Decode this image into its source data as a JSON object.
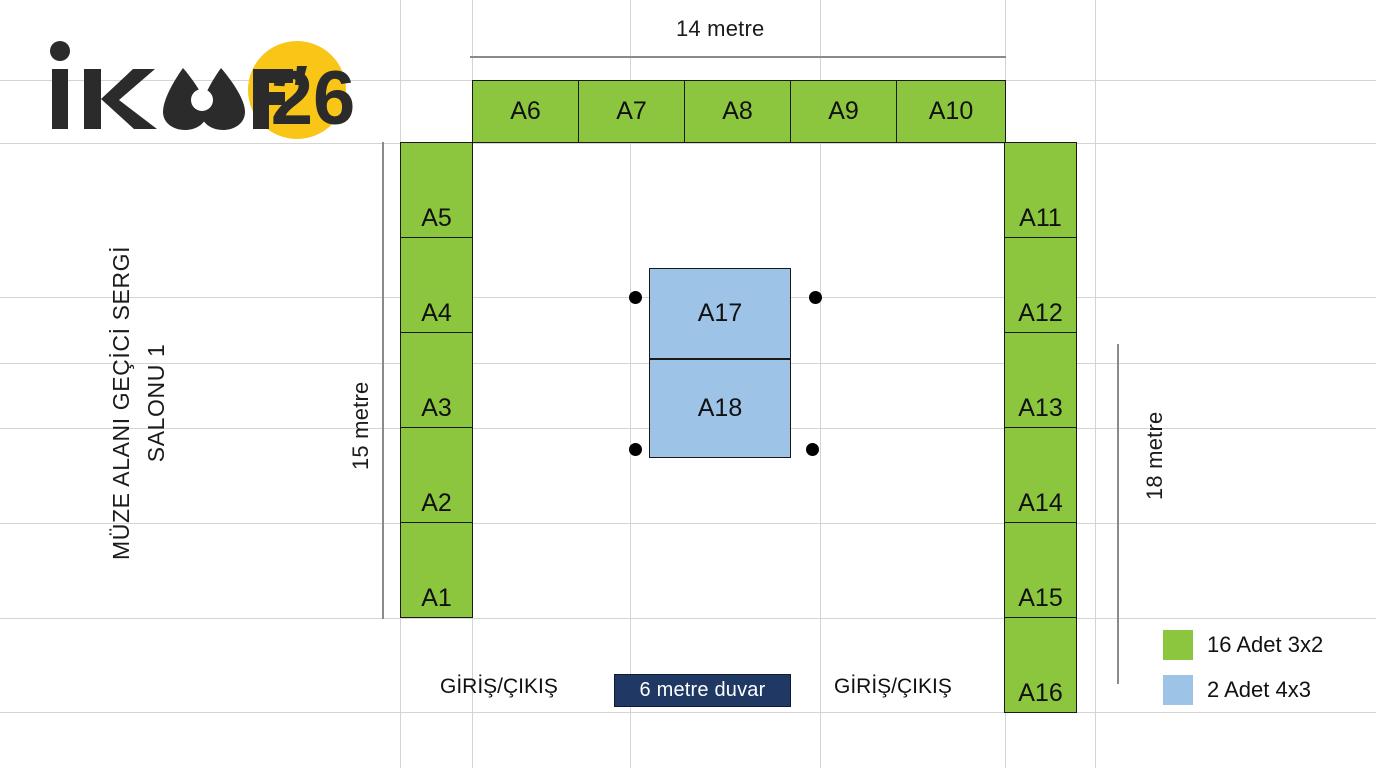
{
  "logo": {
    "name": "ikaf-26-logo",
    "wordmark": "İKAF'",
    "year": "26",
    "badge_color": "#F9C516",
    "text_color": "#2B2B2B"
  },
  "side_title": {
    "line1": "MÜZE ALANI GEÇİCİ SERGİ",
    "line2": "SALONU 1"
  },
  "dimensions": {
    "top": "14 metre",
    "left": "15 metre",
    "right": "18 metre"
  },
  "colors": {
    "booth_green": "#8CC63F",
    "booth_blue": "#9DC3E6",
    "wall_navy": "#1F3864",
    "grid": "#d4d4d4",
    "dimension_line": "#8a8a8a"
  },
  "booths": {
    "top_row": [
      {
        "id": "A6"
      },
      {
        "id": "A7"
      },
      {
        "id": "A8"
      },
      {
        "id": "A9"
      },
      {
        "id": "A10"
      }
    ],
    "left_column": [
      {
        "id": "A5"
      },
      {
        "id": "A4"
      },
      {
        "id": "A3"
      },
      {
        "id": "A2"
      },
      {
        "id": "A1"
      }
    ],
    "right_column": [
      {
        "id": "A11"
      },
      {
        "id": "A12"
      },
      {
        "id": "A13"
      },
      {
        "id": "A14"
      },
      {
        "id": "A15"
      },
      {
        "id": "A16"
      }
    ],
    "center": [
      {
        "id": "A17"
      },
      {
        "id": "A18"
      }
    ]
  },
  "wall": {
    "label": "6 metre duvar"
  },
  "entrances": {
    "left": "GİRİŞ/ÇIKIŞ",
    "right": "GİRİŞ/ÇIKIŞ"
  },
  "legend": [
    {
      "swatch": "green",
      "label": "16 Adet 3x2"
    },
    {
      "swatch": "blue",
      "label": "2 Adet 4x3"
    }
  ]
}
